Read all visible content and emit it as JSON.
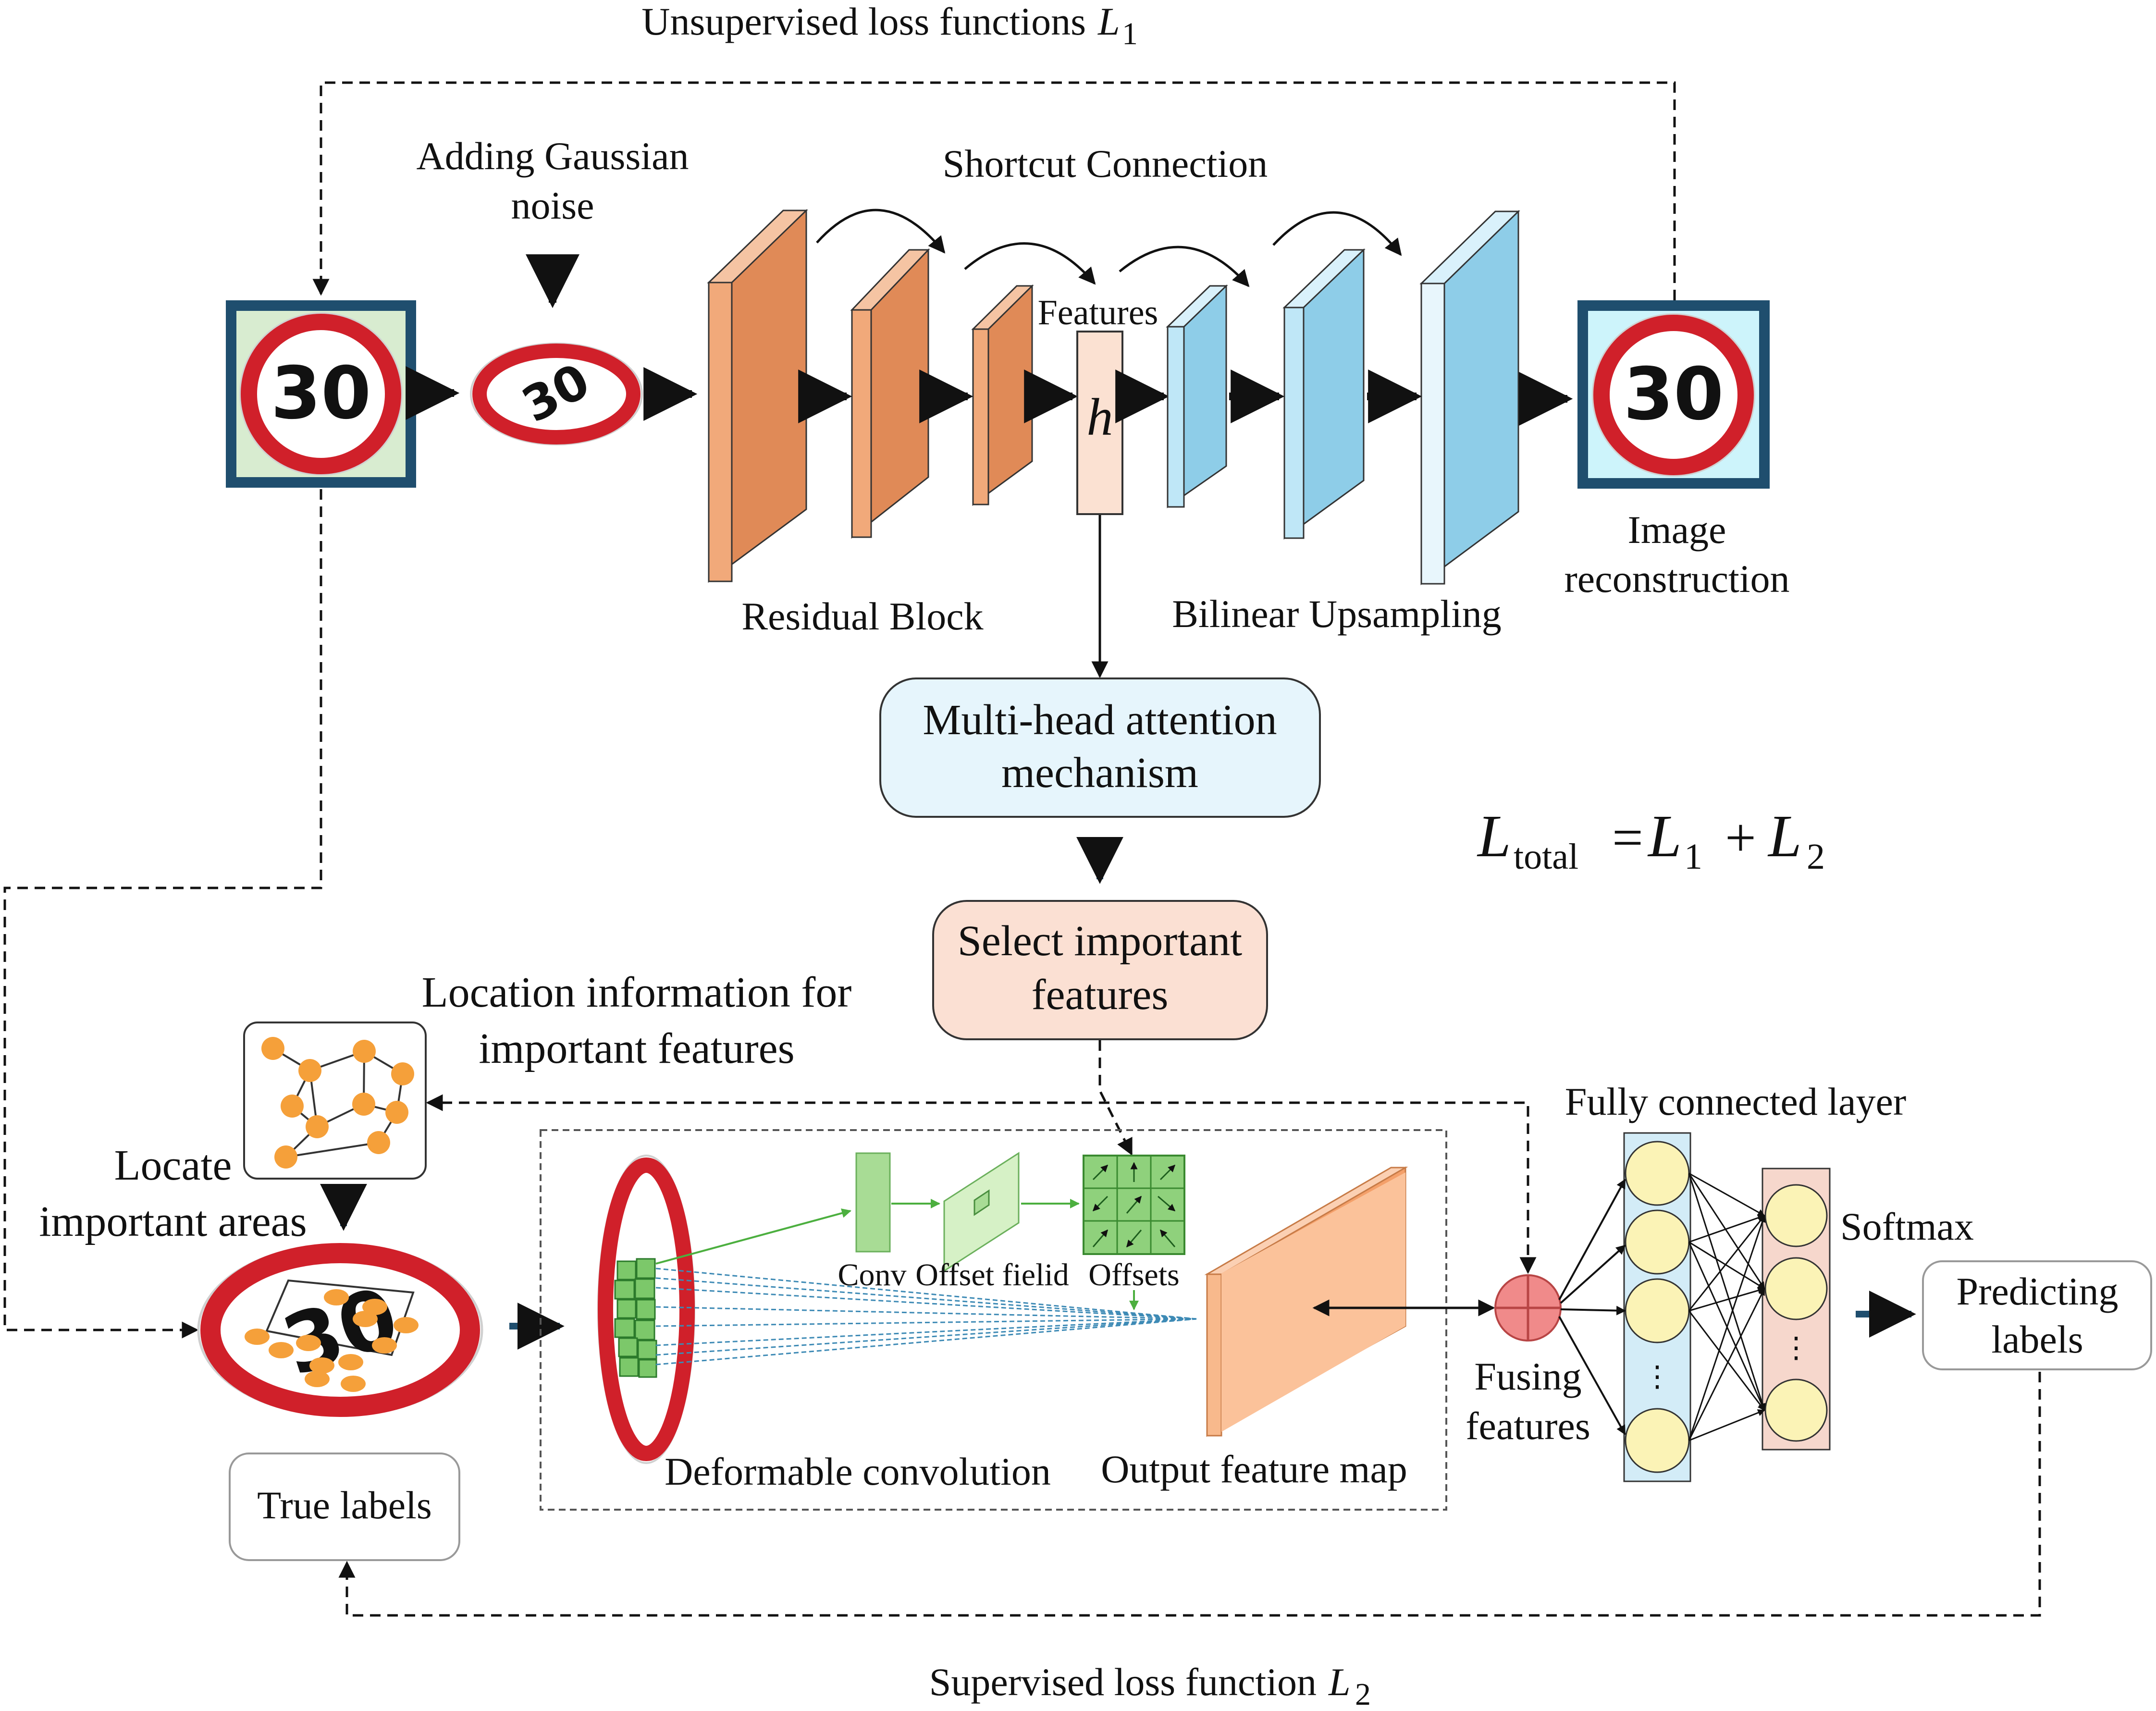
{
  "colors": {
    "encoder_front": "#f1a97a",
    "encoder_side": "#e08a57",
    "decoder_front": "#bfe7f7",
    "decoder_side": "#8ecde8",
    "features_fill": "#fbe1d2",
    "mha_fill": "#e6f5fc",
    "select_fill": "#fbe0d3",
    "sign_frame": "#1f4e6e",
    "sign_red": "#d0202a",
    "fc_column": "#d3ecf7",
    "softmax_column": "#f6d7cc",
    "neuron": "#fbf3b6",
    "node": "#f5a03a",
    "conv_green": "#a8dc95",
    "fuse_red": "#f08a8a",
    "navy_arrow": "#1f4e6e"
  },
  "labels": {
    "unsupervised": "Unsupervised loss functions",
    "unsupervised_sym": "L",
    "unsupervised_sub": "1",
    "adding_noise_1": "Adding Gaussian",
    "adding_noise_2": "noise",
    "shortcut": "Shortcut Connection",
    "features": "Features",
    "h": "h",
    "residual_block": "Residual Block",
    "bilinear": "Bilinear Upsampling",
    "image_recon_1": "Image",
    "image_recon_2": "reconstruction",
    "mha_1": "Multi-head attention",
    "mha_2": "mechanism",
    "loss_L": "L",
    "loss_total_sub": "total",
    "loss_eq": "=",
    "loss_L1": "L",
    "loss_L1_sub": "1",
    "loss_plus": "+",
    "loss_L2": "L",
    "loss_L2_sub": "2",
    "select_1": "Select important",
    "select_2": "features",
    "location_1": "Location information for",
    "location_2": "important features",
    "locate_1": "Locate",
    "locate_2": "important areas",
    "conv": "Conv",
    "offset_field": "Offset fielid",
    "offsets": "Offsets",
    "deformable": "Deformable convolution",
    "output_map": "Output feature map",
    "fusing_1": "Fusing",
    "fusing_2": "features",
    "fc_layer": "Fully connected layer",
    "softmax": "Softmax",
    "predicting_1": "Predicting",
    "predicting_2": "labels",
    "true_labels": "True labels",
    "supervised": "Supervised loss function",
    "supervised_sym": "L",
    "supervised_sub": "2",
    "sign_value": "30",
    "ellipsis": "⋮"
  },
  "icons": {
    "input_sign": "speed-limit-30-sign",
    "noisy_sign": "rotated-speed-limit-sign",
    "output_sign": "speed-limit-30-sign",
    "graph": "feature-node-graph",
    "fuse": "circled-plus-icon"
  }
}
